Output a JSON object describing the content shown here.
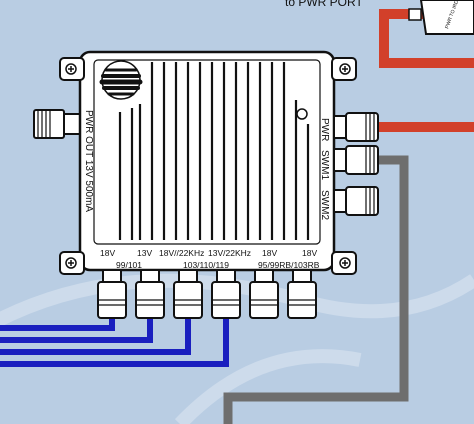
{
  "top_caption": "to PWR PORT",
  "inserter_label": "PWR TO IRD",
  "unit": {
    "side_label": "PWR OUT 13V 500mA",
    "right_ports": [
      {
        "label": "PWR"
      },
      {
        "label": "SWM1"
      },
      {
        "label": "SWM2"
      }
    ],
    "bottom_ports": [
      {
        "line1": "18V",
        "line2": "99/101"
      },
      {
        "line1": "13V",
        "line2": ""
      },
      {
        "line1": "18V//22KHz",
        "line2": "103/110/119"
      },
      {
        "line1": "13V/22KHz",
        "line2": ""
      },
      {
        "line1": "18V",
        "line2": "95/99RB/103RB"
      },
      {
        "line1": "18V",
        "line2": ""
      }
    ]
  },
  "colors": {
    "background": "#b9cde3",
    "power_cable": "#d2402a",
    "swm_cable": "#6e6e6e",
    "lnb_cables": "#1a1fbf",
    "unit_body": "#ffffff",
    "outline": "#111111"
  }
}
